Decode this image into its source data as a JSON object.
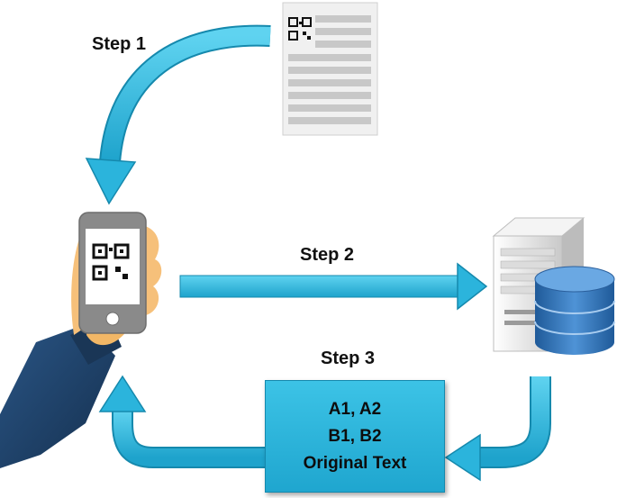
{
  "steps": {
    "step1": "Step 1",
    "step2": "Step 2",
    "step3": "Step 3"
  },
  "result_box": {
    "lines": [
      "A1, A2",
      "B1, B2",
      "Original Text"
    ]
  },
  "colors": {
    "arrow": "#2bb4dc",
    "arrow_dark": "#1589ad",
    "box": "#29b6dd",
    "document": "#f0f0f0",
    "phone": "#8a8a8a",
    "hand": "#f6c07a",
    "sleeve": "#1f3f66",
    "database": "#2f6fb3",
    "server": "#e6e6e6"
  },
  "icons": [
    "document-icon",
    "qr-code-icon",
    "smartphone-icon",
    "hand-icon",
    "server-icon",
    "database-icon"
  ]
}
